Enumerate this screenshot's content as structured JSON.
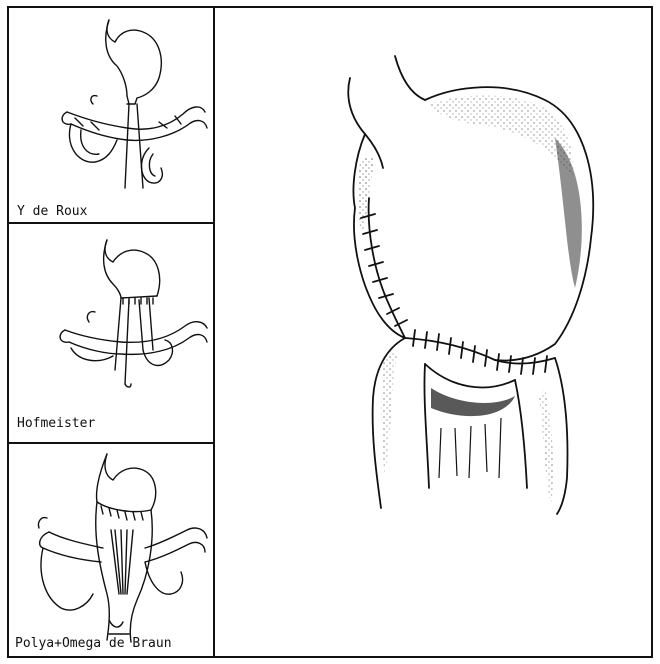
{
  "panels": [
    {
      "id": "roux",
      "label": "Y de Roux",
      "icon": "roux-en-y-reconstruction-icon"
    },
    {
      "id": "hofmeister",
      "label": "Hofmeister",
      "icon": "hofmeister-reconstruction-icon"
    },
    {
      "id": "polya",
      "label": "Polya+Omega de Braun",
      "icon": "polya-braun-reconstruction-icon"
    }
  ],
  "main_illustration": {
    "icon": "gastric-remnant-suture-icon"
  },
  "colors": {
    "ink": "#111111",
    "paper": "#ffffff",
    "shade": "#555555"
  }
}
